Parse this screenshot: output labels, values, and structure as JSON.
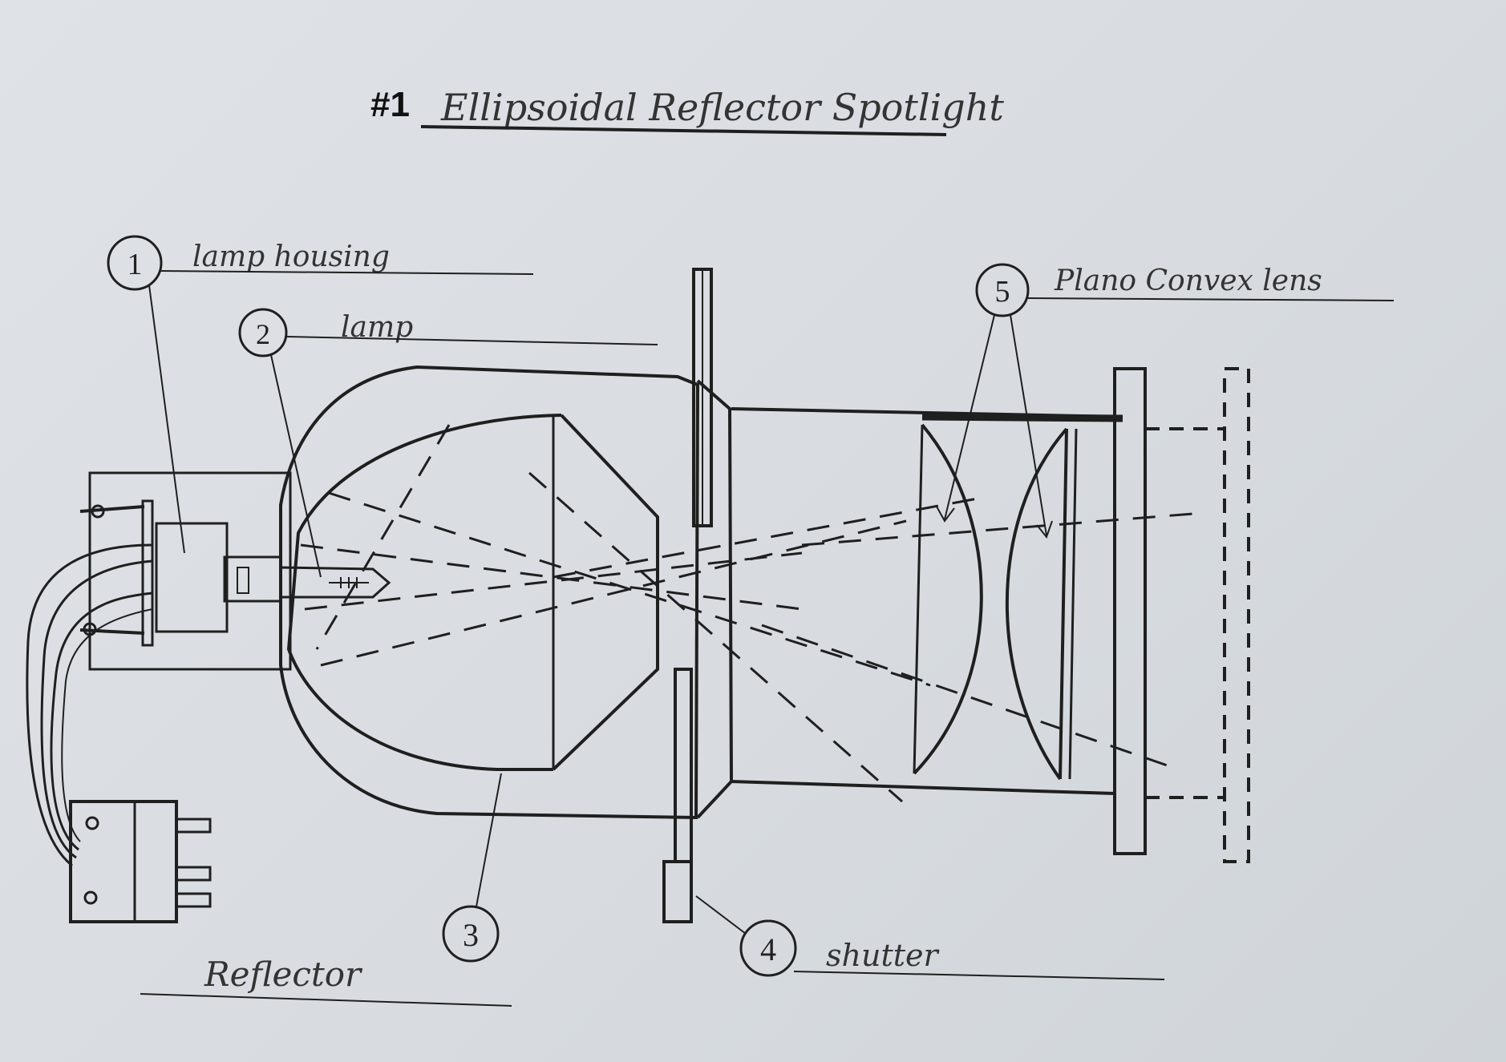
{
  "title": {
    "number": "#1",
    "text": "Ellipsoidal Reflector Spotlight"
  },
  "callouts": [
    {
      "number": "1",
      "label": "lamp housing"
    },
    {
      "number": "2",
      "label": "lamp"
    },
    {
      "number": "3",
      "label": "Reflector"
    },
    {
      "number": "4",
      "label": "shutter"
    },
    {
      "number": "5",
      "label": "Plano Convex lens"
    }
  ],
  "colors": {
    "paper": "#dde1e5",
    "ink": "#1f1f1f"
  }
}
